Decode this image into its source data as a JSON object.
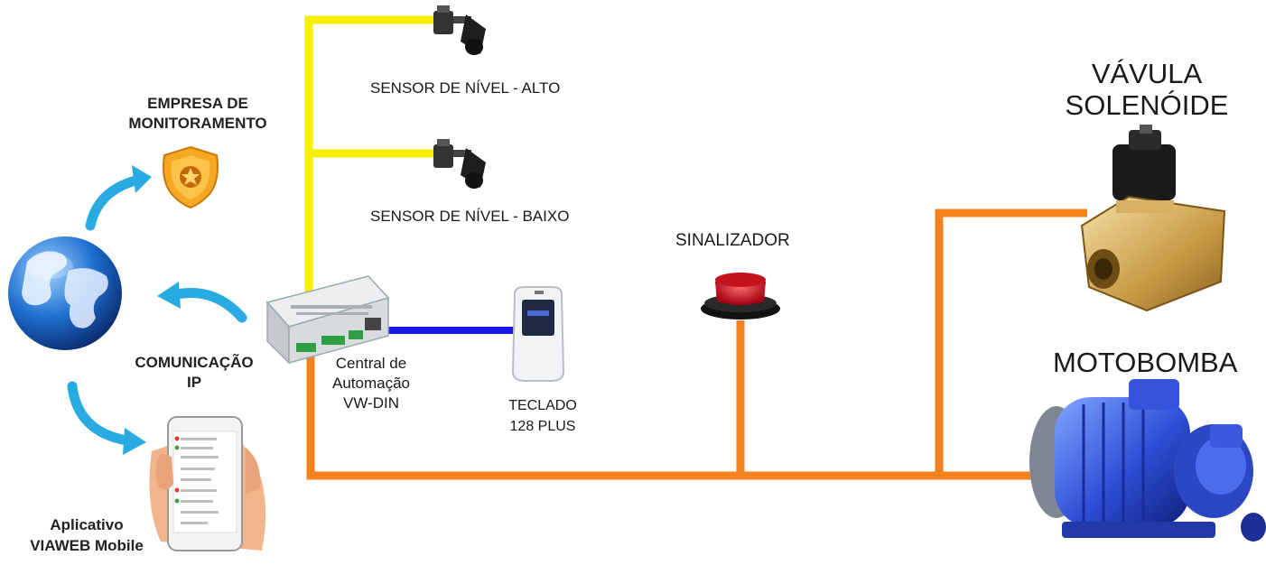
{
  "labels": {
    "empresa_line1": "EMPRESA DE",
    "empresa_line2": "MONITORAMENTO",
    "comunicacao_line1": "COMUNICAÇÃO",
    "comunicacao_line2": "IP",
    "app_line1": "Aplicativo",
    "app_line2": "VIAWEB Mobile",
    "sensor_alto": "SENSOR DE NÍVEL - ALTO",
    "sensor_baixo": "SENSOR DE NÍVEL - BAIXO",
    "central_line1": "Central de",
    "central_line2": "Automação",
    "central_line3": "VW-DIN",
    "teclado_line1": "TECLADO",
    "teclado_line2": "128 PLUS",
    "sinalizador": "SINALIZADOR",
    "valvula_line1": "VÁVULA",
    "valvula_line2": "SOLENÓIDE",
    "motobomba": "MOTOBOMBA"
  },
  "colors": {
    "sensor_wire": "#f8ef00",
    "keypad_wire": "#1a1ae6",
    "power_wire": "#f5821f",
    "arrow": "#29abe2",
    "badge": "#f7a823"
  },
  "icons": {
    "globe": "globe-icon",
    "badge": "police-badge-icon",
    "phone": "smartphone-hand-icon",
    "sensor": "float-sensor-icon",
    "central": "din-controller-icon",
    "keypad": "keypad-icon",
    "beacon": "signal-beacon-icon",
    "valve": "solenoid-valve-icon",
    "pump": "motor-pump-icon"
  }
}
